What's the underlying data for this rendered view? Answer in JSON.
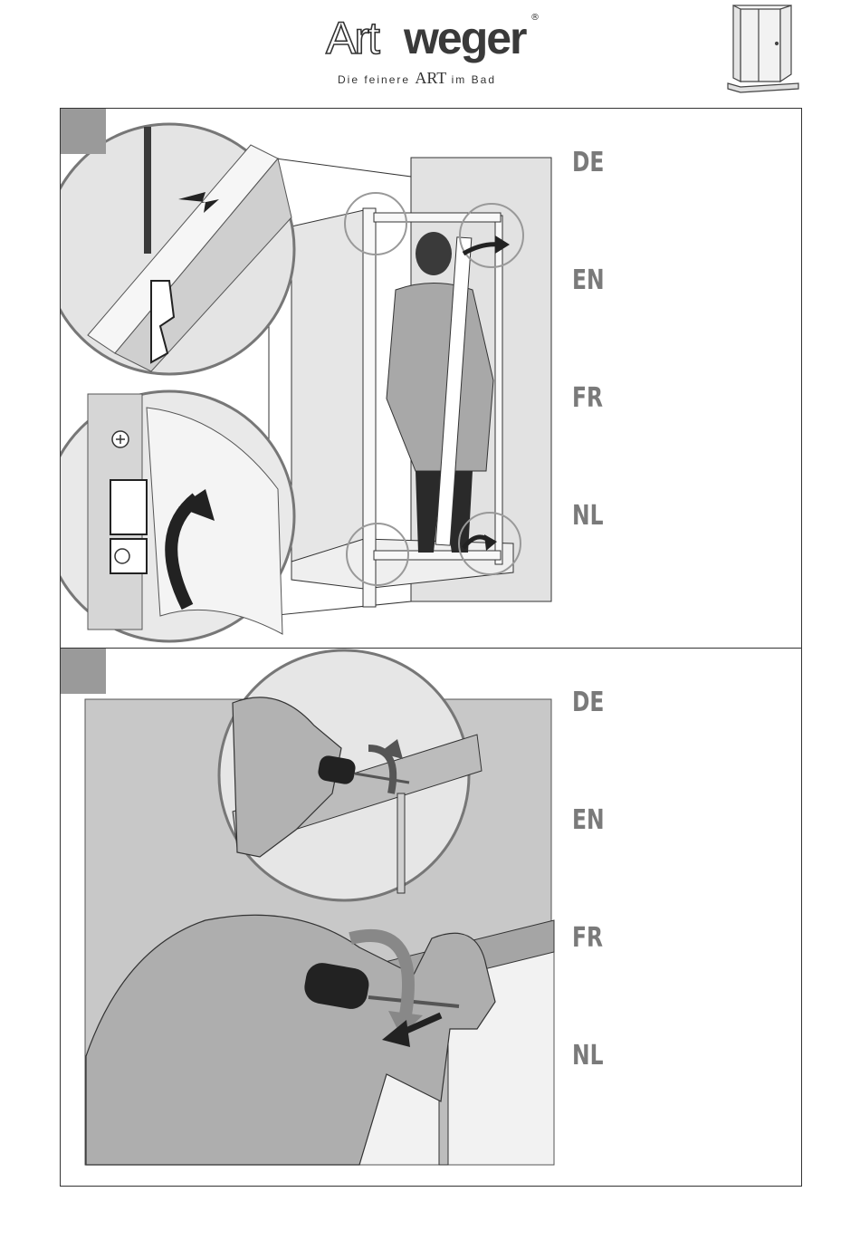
{
  "header": {
    "brand_part1": "Art",
    "brand_part2": "weger",
    "registered_mark": "®",
    "tagline_before": "Die feinere",
    "tagline_art": "ART",
    "tagline_after": "im Bad"
  },
  "steps": [
    {
      "languages": [
        "DE",
        "EN",
        "FR",
        "NL"
      ]
    },
    {
      "languages": [
        "DE",
        "EN",
        "FR",
        "NL"
      ]
    }
  ],
  "colors": {
    "step_box": "#9a9a9a",
    "language_code": "#7a7a7a",
    "illustration_gray": "#c8c8c8"
  },
  "icons": {
    "product": "shower-enclosure-icon",
    "arrow": "curved-arrow-icon"
  }
}
